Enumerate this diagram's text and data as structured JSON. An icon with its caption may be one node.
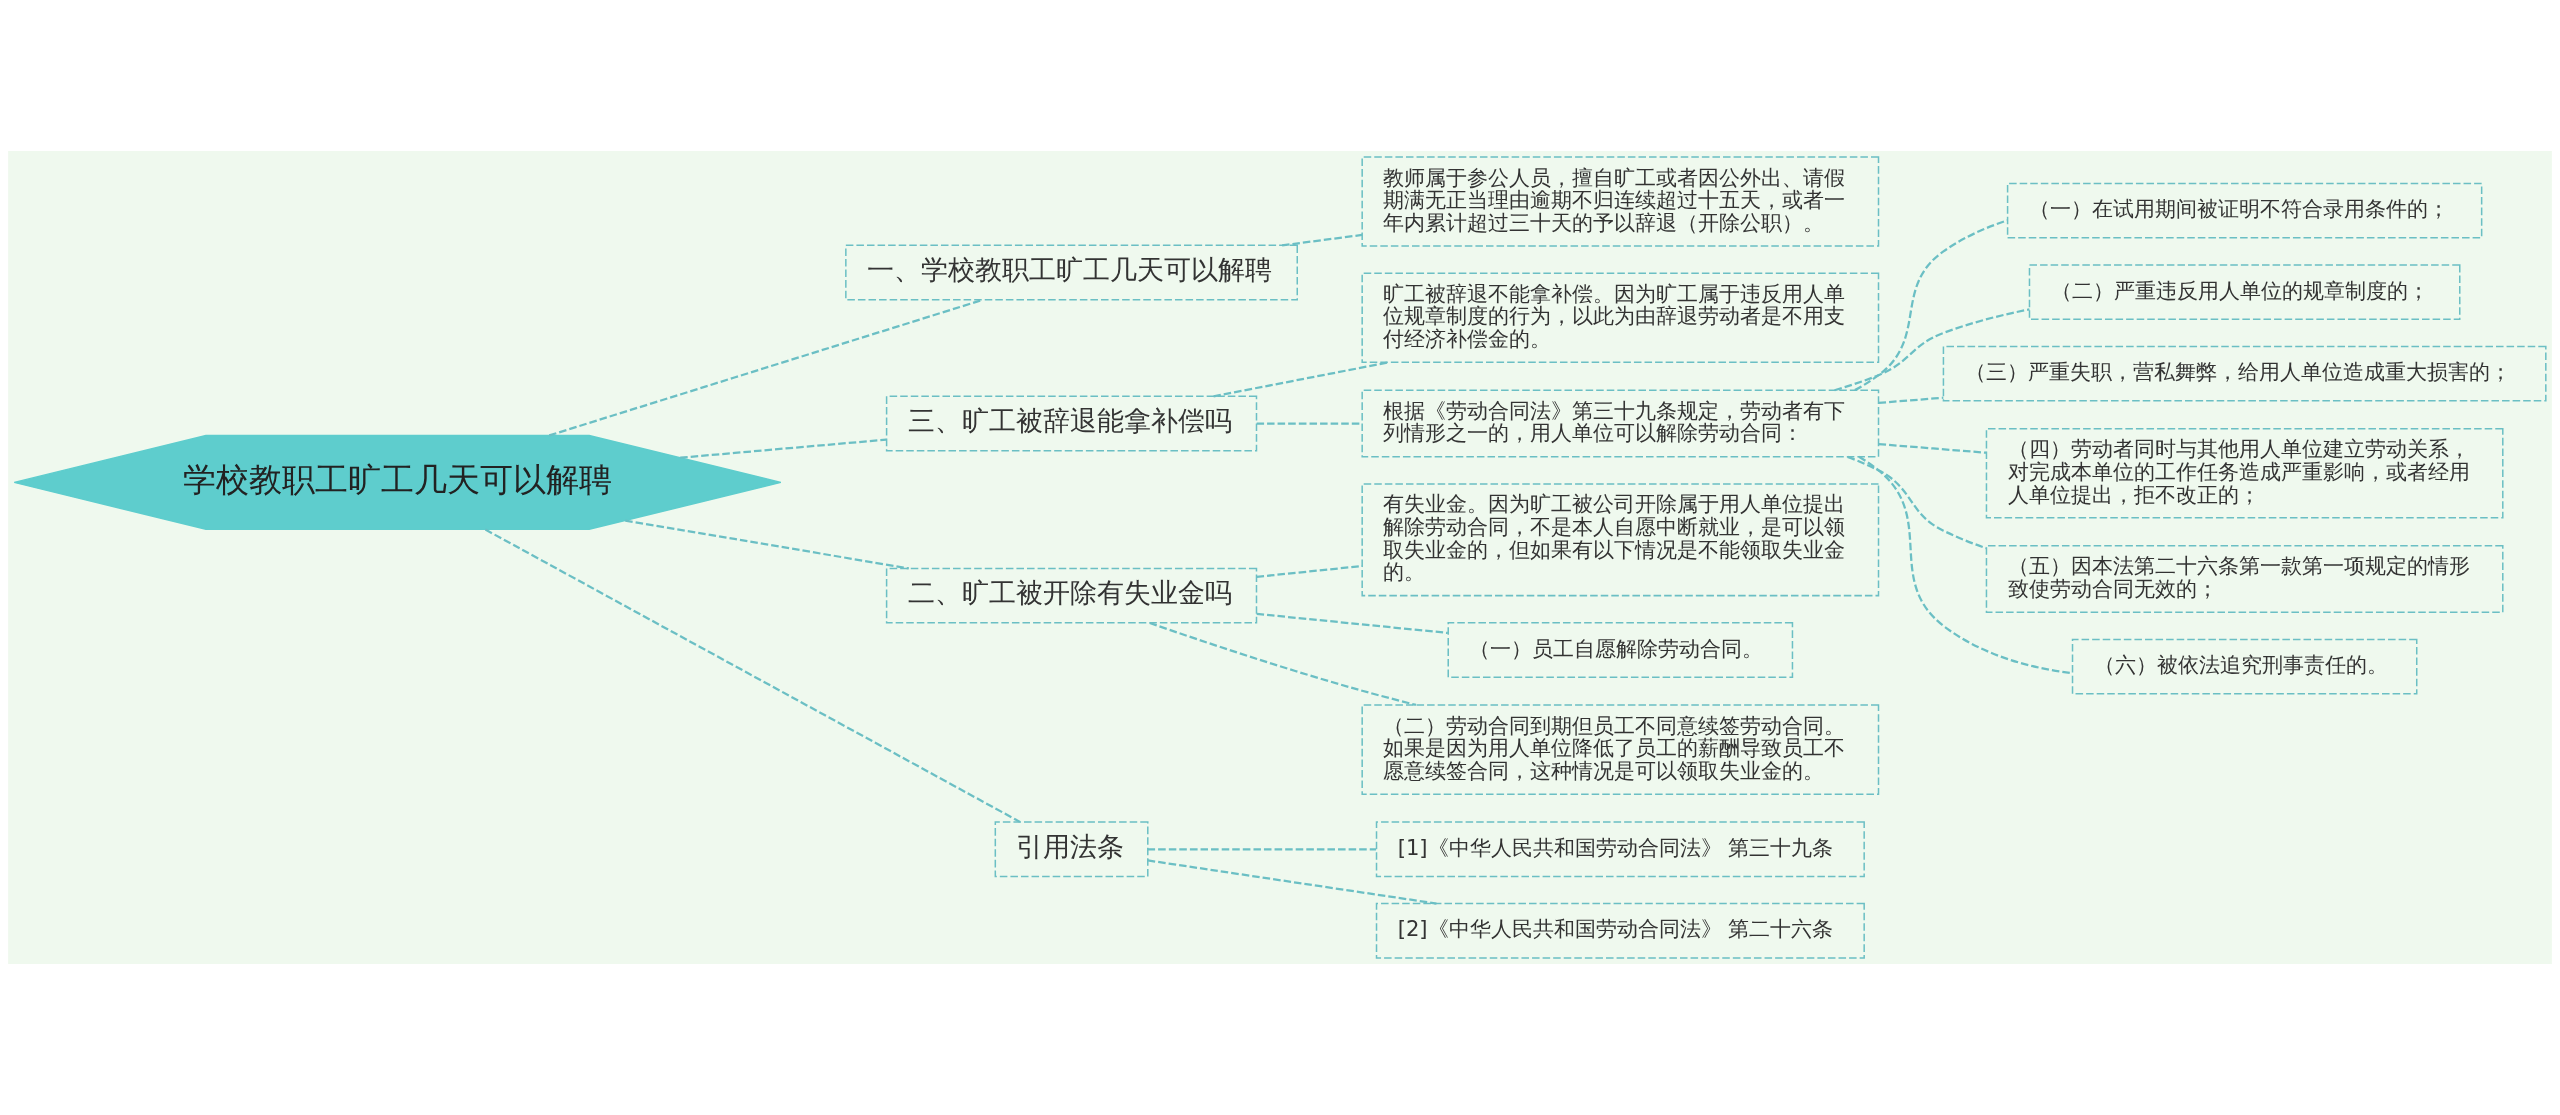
{
  "diagram": {
    "nodes": [
      {
        "text": [
          "学校教职工旷工几天可以解聘"
        ]
      },
      {
        "text": [
          "一、学校教职工旷工几天可以解聘"
        ]
      },
      {
        "text": [
          "教师属于参公人员，擅自旷工或者因公外出、请假期满无正当理由逾期不归连续超过十五天，或者一年内累计超过三十天的予以辞退（开除公职）。"
        ]
      },
      {
        "text": [
          "三、旷工被辞退能拿补偿吗"
        ]
      },
      {
        "text": [
          "旷工被辞退不能拿补偿。因为旷工属于违反用人单位规章制度的行为，以此为由辞退劳动者是不用支付经济补偿金的。"
        ]
      },
      {
        "text": [
          "根据《劳动合同法》第三十九条规定，劳动者有下列情形之一的，用人单位可以解除劳动合同："
        ]
      },
      {
        "text": [
          "（一）在试用期间被证明不符合录用条件的；"
        ]
      },
      {
        "text": [
          "（二）严重违反用人单位的规章制度的；"
        ]
      },
      {
        "text": [
          "（三）严重失职，营私舞弊，给用人单位造成重大损害的；"
        ]
      },
      {
        "text": [
          "（四）劳动者同时与其他用人单位建立劳动关系，对完成本单位的工作任务造成严重影响，或者经用人单位提出，拒不改正的；"
        ]
      },
      {
        "text": [
          "（五）因本法第二十六条第一款第一项规定的情形致使劳动合同无效的；"
        ]
      },
      {
        "text": [
          "（六）被依法追究刑事责任的。"
        ]
      },
      {
        "text": [
          "二、旷工被开除有失业金吗"
        ]
      },
      {
        "text": [
          "有失业金。因为旷工被公司开除属于用人单位提出解除劳动合同，不是本人自愿中断就业，是可以领取失业金的，但如果有以下情况是不能领取失业金的。"
        ]
      },
      {
        "text": [
          "（一）员工自愿解除劳动合同。"
        ]
      },
      {
        "text": [
          "（二）劳动合同到期但员工不同意续签劳动合同。如果是因为用人单位降低了员工的薪酬导致员工不愿意续签合同，这种情况是可以领取失业金的。"
        ]
      },
      {
        "text": [
          "引用法条"
        ]
      },
      {
        "text": [
          "[1]《中华人民共和国劳动合同法》 第三十九条"
        ]
      },
      {
        "text": [
          "[2]《中华人民共和国劳动合同法》 第二十六条"
        ]
      }
    ],
    "edges": [
      {
        "from": 0,
        "to": 1,
        "arrow": "none"
      },
      {
        "from": 1,
        "to": 2,
        "arrow": "none"
      },
      {
        "from": 0,
        "to": 3,
        "arrow": "none"
      },
      {
        "from": 3,
        "to": 4,
        "arrow": "none"
      },
      {
        "from": 3,
        "to": 5,
        "arrow": "none"
      },
      {
        "from": 5,
        "to": 6,
        "arrow": "none"
      },
      {
        "from": 5,
        "to": 7,
        "arrow": "none"
      },
      {
        "from": 5,
        "to": 8,
        "arrow": "none"
      },
      {
        "from": 5,
        "to": 9,
        "arrow": "none"
      },
      {
        "from": 5,
        "to": 10,
        "arrow": "none"
      },
      {
        "from": 5,
        "to": 11,
        "arrow": "none"
      },
      {
        "from": 0,
        "to": 12,
        "arrow": "none"
      },
      {
        "from": 12,
        "to": 13,
        "arrow": "none"
      },
      {
        "from": 12,
        "to": 14,
        "arrow": "none"
      },
      {
        "from": 12,
        "to": 15,
        "arrow": "none"
      },
      {
        "from": 0,
        "to": 16,
        "arrow": "none"
      },
      {
        "from": 16,
        "to": 17,
        "arrow": "none"
      },
      {
        "from": 16,
        "to": 18,
        "arrow": "none"
      }
    ]
  }
}
